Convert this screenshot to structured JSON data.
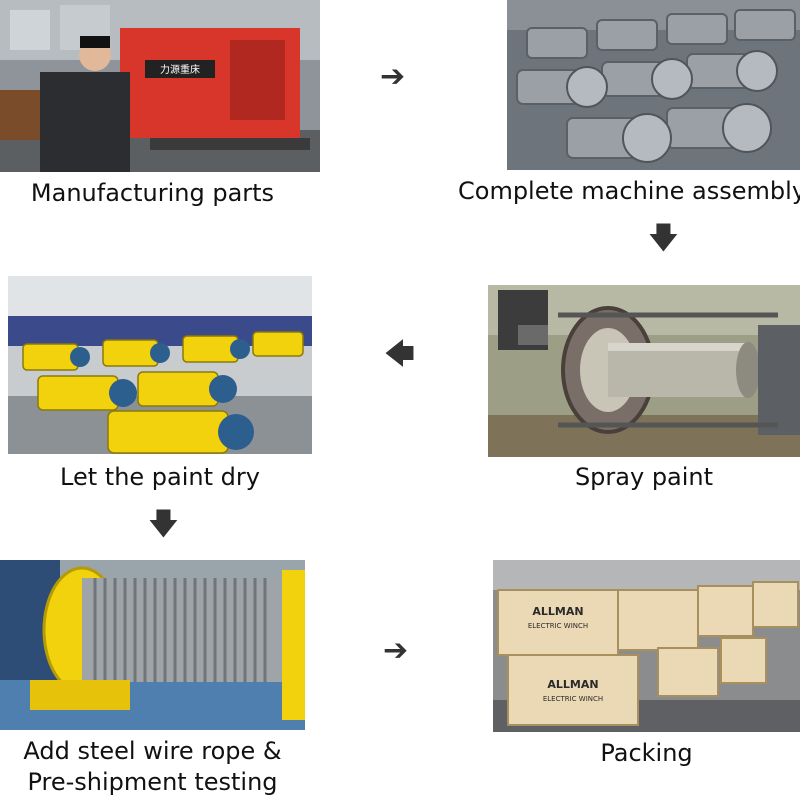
{
  "steps": [
    {
      "label": "Manufacturing parts"
    },
    {
      "label": "Complete machine assembly"
    },
    {
      "label": "Spray paint"
    },
    {
      "label": "Let the paint dry"
    },
    {
      "label": "Add steel wire rope &",
      "label2": "Pre-shipment testing"
    },
    {
      "label": "Packing"
    }
  ],
  "photos": {
    "machine_brand": "力源重床",
    "crate_brand": "ALLMAN",
    "crate_product": "ELECTRIC WINCH"
  },
  "arrows": {
    "right": "➔",
    "down": "🡇",
    "left": "🡄"
  },
  "colors": {
    "winch_yellow": "#f2d20d",
    "machine_red": "#d8362b",
    "crate_wood": "#ead9b4",
    "motor_blue": "#2c5e8e"
  }
}
